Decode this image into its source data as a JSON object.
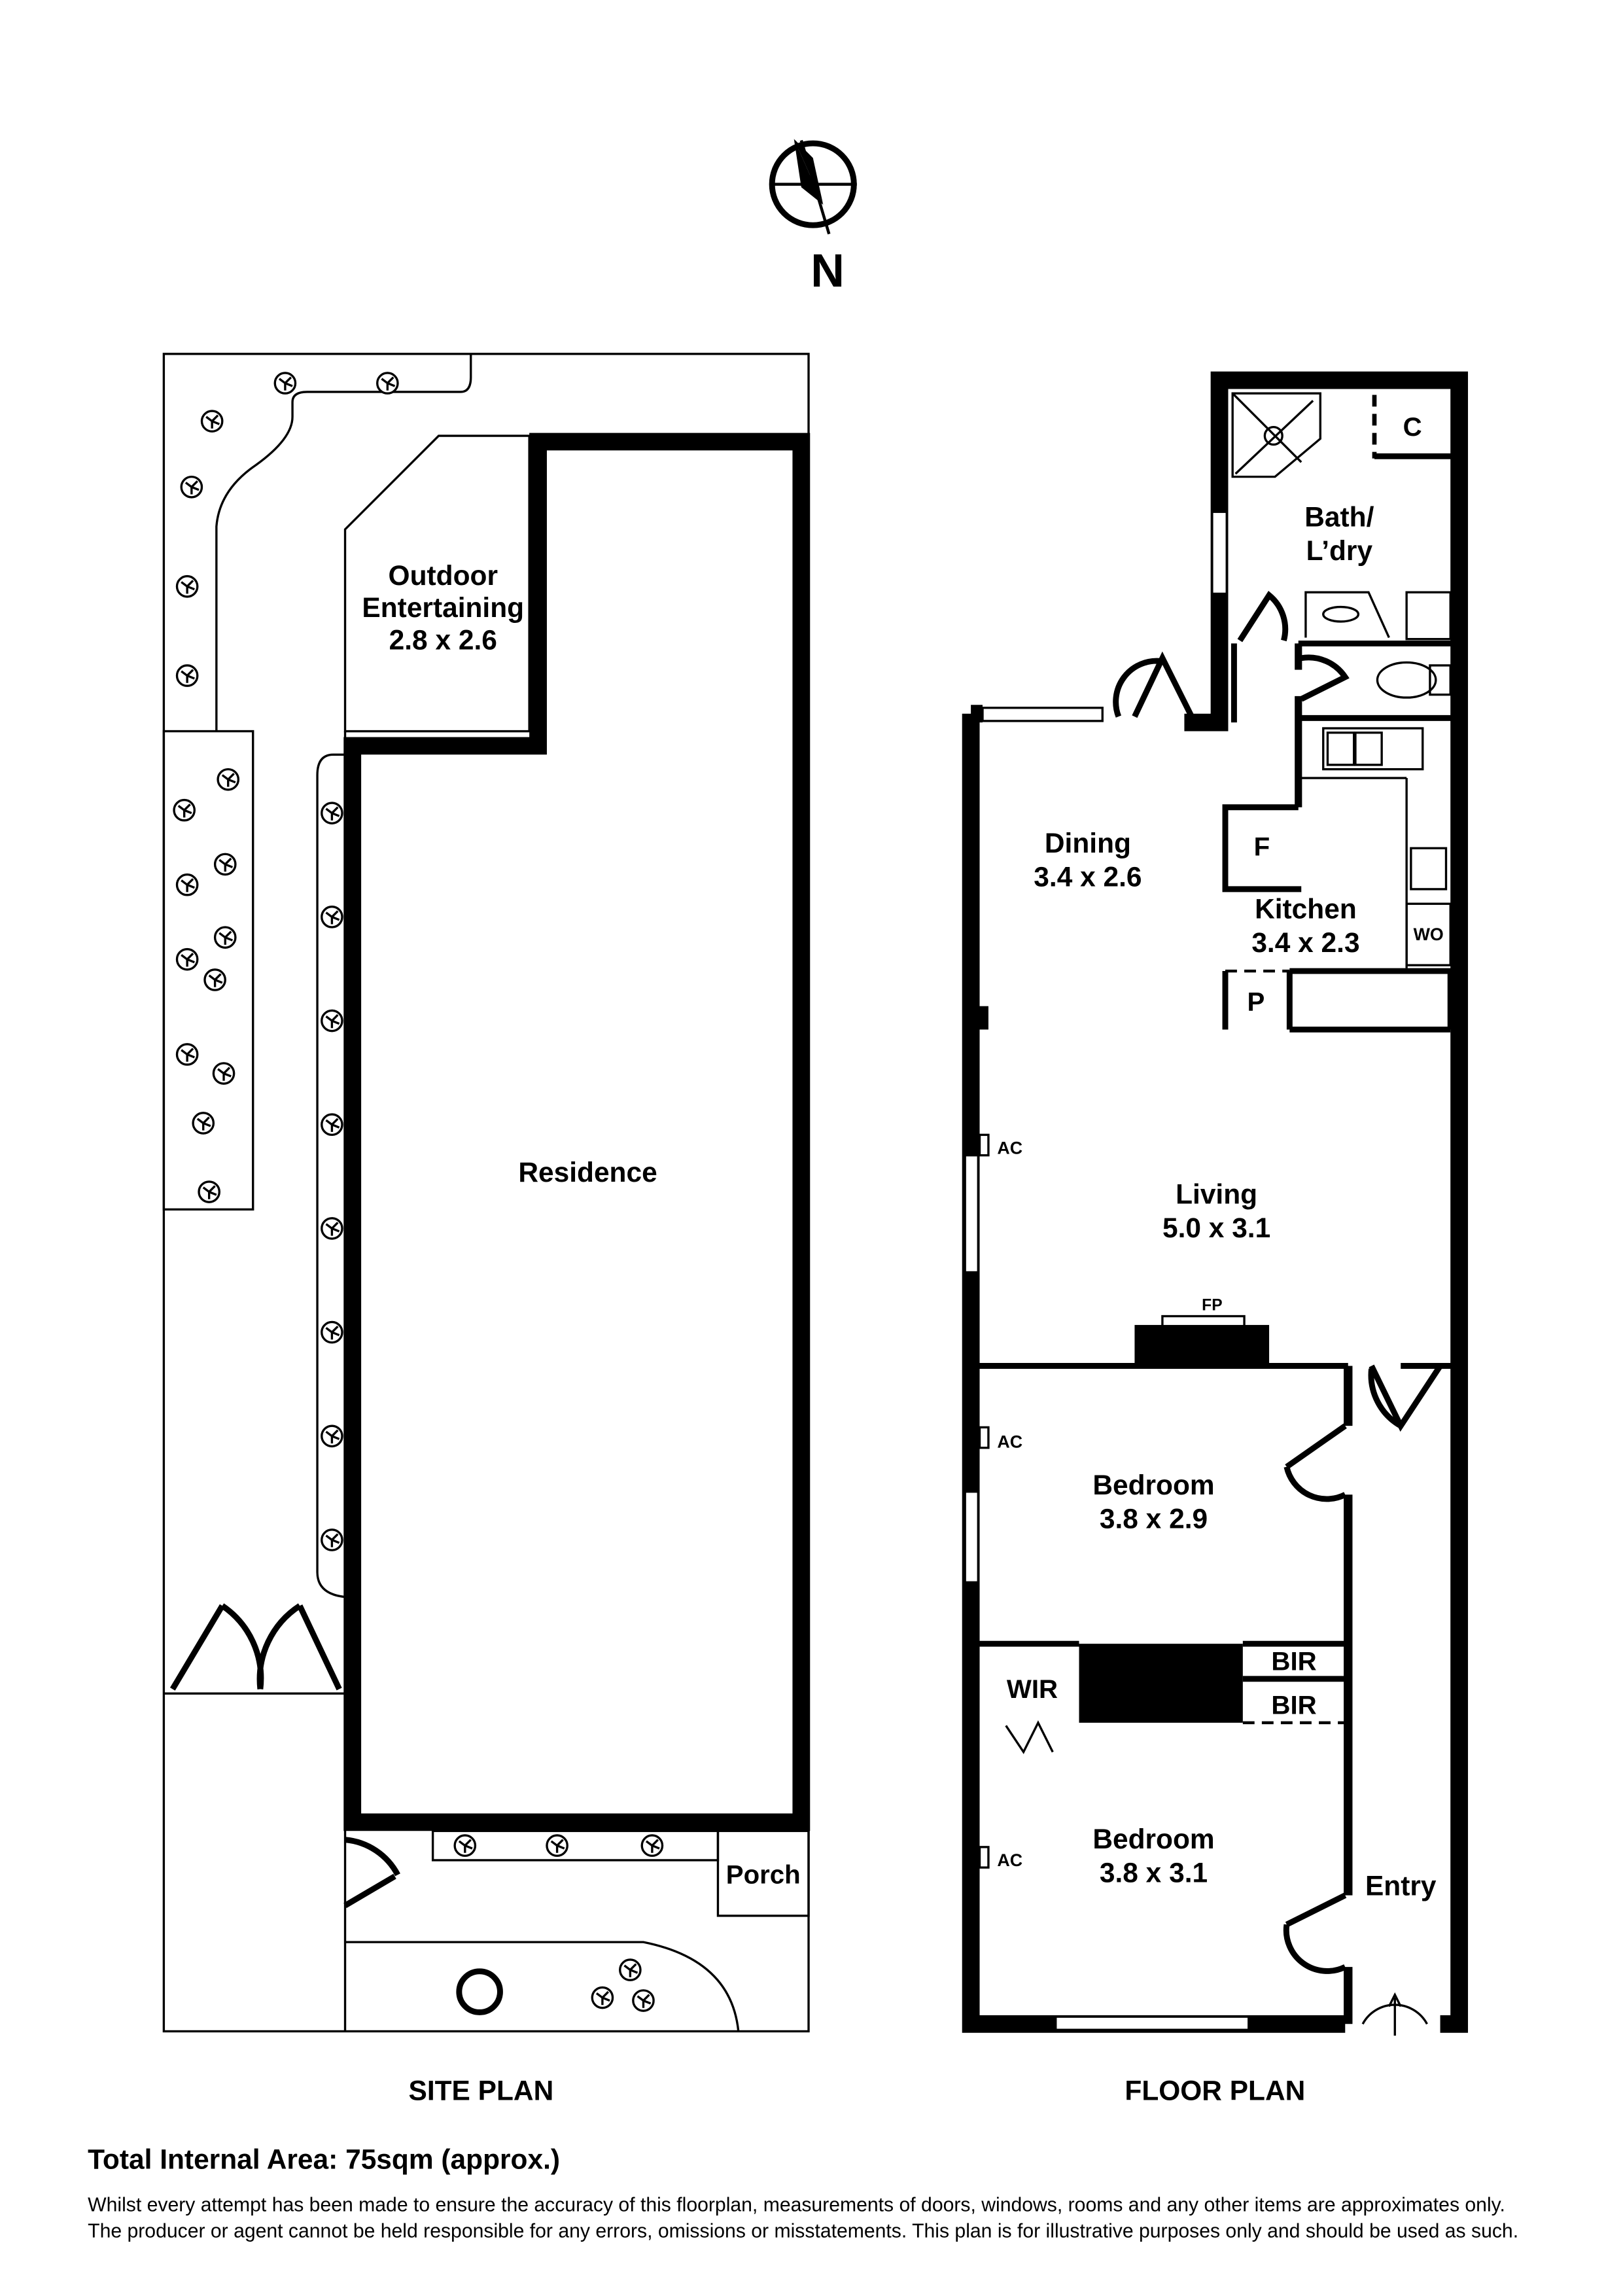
{
  "compass": {
    "label": "N"
  },
  "site_plan": {
    "title": "SITE PLAN",
    "labels": {
      "outdoor_line1": "Outdoor",
      "outdoor_line2": "Entertaining",
      "outdoor_dims": "2.8 x 2.6",
      "residence": "Residence",
      "porch": "Porch"
    }
  },
  "floor_plan": {
    "title": "FLOOR PLAN",
    "rooms": {
      "bath_line1": "Bath/",
      "bath_line2": "L’dry",
      "cupboard": "C",
      "dining": "Dining",
      "dining_dims": "3.4 x 2.6",
      "fridge": "F",
      "kitchen": "Kitchen",
      "kitchen_dims": "3.4 x 2.3",
      "wall_oven": "WO",
      "pantry": "P",
      "living": "Living",
      "living_dims": "5.0 x 3.1",
      "fireplace": "FP",
      "ac1": "AC",
      "ac2": "AC",
      "ac3": "AC",
      "bedroom1": "Bedroom",
      "bedroom1_dims": "3.8 x 2.9",
      "bir1": "BIR",
      "bir2": "BIR",
      "wir": "WIR",
      "bedroom2": "Bedroom",
      "bedroom2_dims": "3.8 x 3.1",
      "entry": "Entry"
    }
  },
  "footer": {
    "total_area": "Total Internal Area: 75sqm (approx.)",
    "disclaimer_line1": "Whilst every attempt has been made to ensure the accuracy of this floorplan, measurements of doors, windows, rooms and any other items are approximates only.",
    "disclaimer_line2": "The producer or agent cannot be held responsible for any errors, omissions or misstatements. This plan is for illustrative purposes only and should be used as such."
  }
}
